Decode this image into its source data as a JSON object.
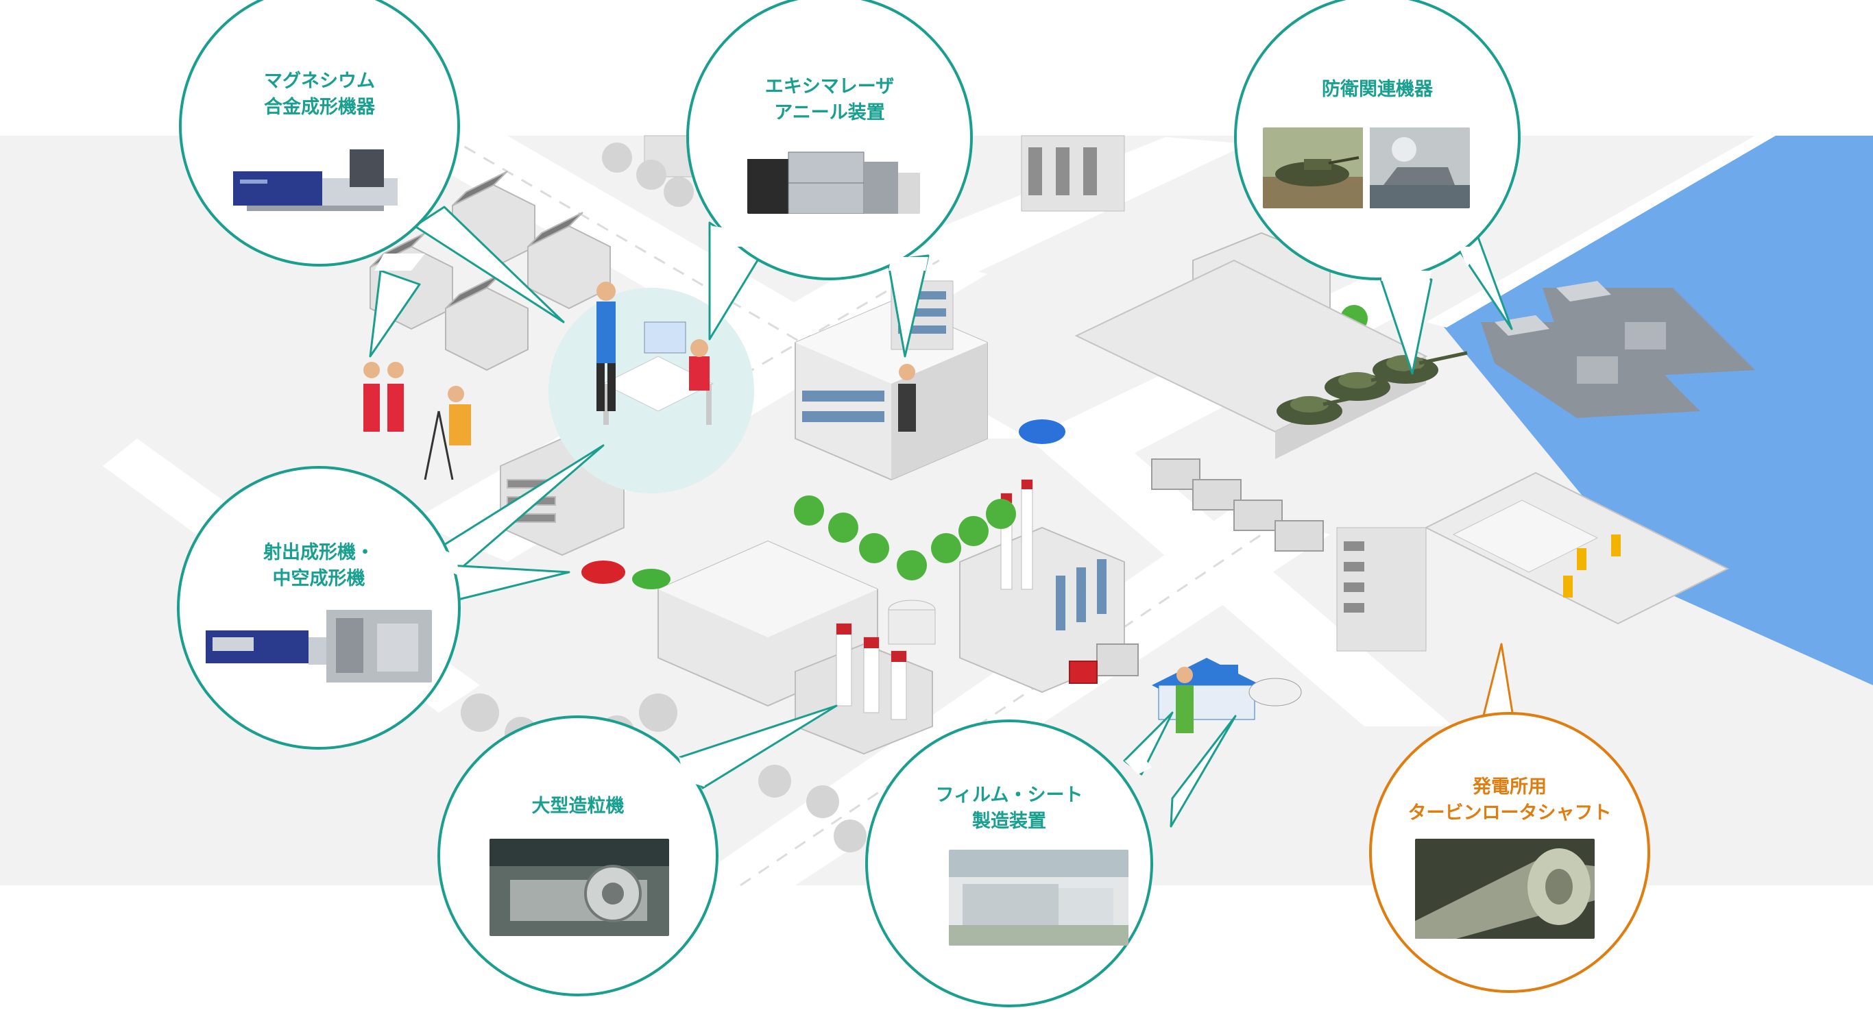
{
  "colors": {
    "accent_teal": "#1a9e8e",
    "accent_orange": "#e07d10",
    "ground": "#f2f2f2",
    "road": "#ffffff",
    "sea": "#6ea9ec",
    "tree": "#4db33d"
  },
  "bubbles": [
    {
      "id": "magnesium",
      "color": "teal",
      "lines": [
        "マグネシウム",
        "合金成形機器"
      ],
      "image": "magnesium-molding-machine-photo"
    },
    {
      "id": "excimer",
      "color": "teal",
      "lines": [
        "エキシマレーザ",
        "アニール装置"
      ],
      "image": "excimer-laser-annealing-photo"
    },
    {
      "id": "defense",
      "color": "teal",
      "lines": [
        "防衛関連機器"
      ],
      "image": "tank-and-warship-photo"
    },
    {
      "id": "injection",
      "color": "teal",
      "lines": [
        "射出成形機・",
        "中空成形機"
      ],
      "image": "injection-molding-machine-photo"
    },
    {
      "id": "granulator",
      "color": "teal",
      "lines": [
        "大型造粒機"
      ],
      "image": "large-granulator-photo"
    },
    {
      "id": "film",
      "color": "teal",
      "lines": [
        "フィルム・シート",
        "製造装置"
      ],
      "image": "film-sheet-line-photo"
    },
    {
      "id": "turbine",
      "color": "orange",
      "lines": [
        "発電所用",
        "タービンロータシャフト"
      ],
      "image": "turbine-rotor-shaft-photo"
    }
  ]
}
